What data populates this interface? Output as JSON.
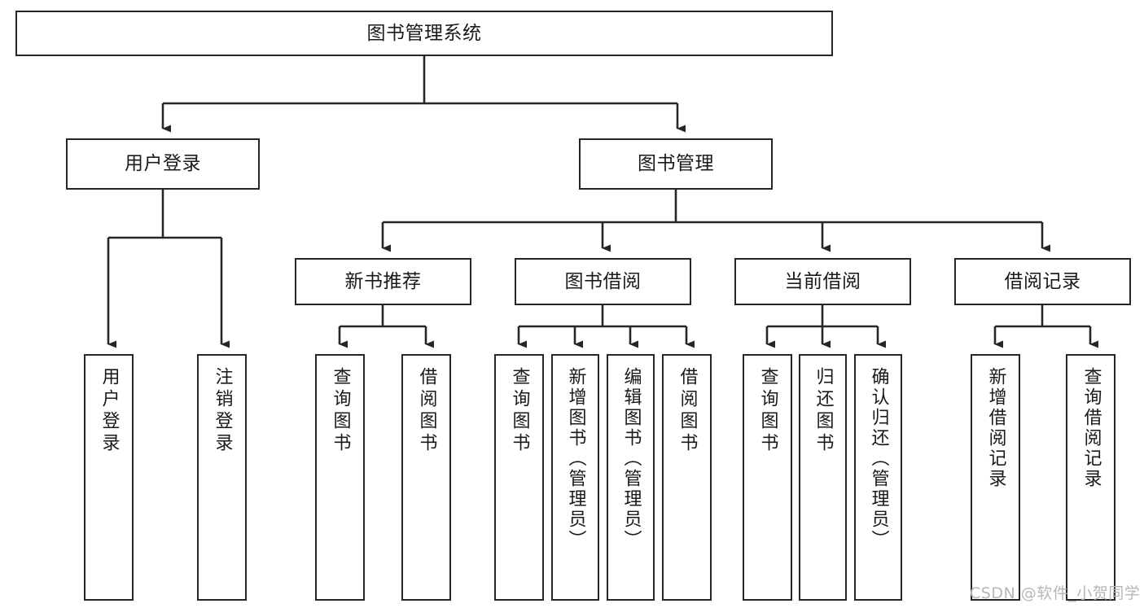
{
  "diagram": {
    "title": "图书管理系统",
    "type": "tree-hierarchy",
    "orientation": "top-down",
    "watermark": "CSDN @软件_小贺同学",
    "colors": {
      "box_border": "#262626",
      "box_fill": "#ffffff",
      "connector": "#262626",
      "text": "#1a1a1a",
      "watermark": "#b6b6b6",
      "background": "#ffffff"
    },
    "nodes": {
      "root": {
        "label": "图书管理系统"
      },
      "level2": [
        {
          "label": "用户登录"
        },
        {
          "label": "图书管理"
        }
      ],
      "level3": [
        {
          "label": "新书推荐"
        },
        {
          "label": "图书借阅"
        },
        {
          "label": "当前借阅"
        },
        {
          "label": "借阅记录"
        }
      ],
      "leaves": {
        "user_login": [
          {
            "label": "用户登录"
          },
          {
            "label": "注销登录"
          }
        ],
        "new_book_recommend": [
          {
            "label": "查询图书"
          },
          {
            "label": "借阅图书"
          }
        ],
        "book_borrow": [
          {
            "label": "查询图书"
          },
          {
            "label": "新增图书（管理员）"
          },
          {
            "label": "编辑图书（管理员）"
          },
          {
            "label": "借阅图书"
          }
        ],
        "current_borrow": [
          {
            "label": "查询图书"
          },
          {
            "label": "归还图书"
          },
          {
            "label": "确认归还（管理员）"
          }
        ],
        "borrow_record": [
          {
            "label": "新增借阅记录"
          },
          {
            "label": "查询借阅记录"
          }
        ]
      }
    }
  }
}
